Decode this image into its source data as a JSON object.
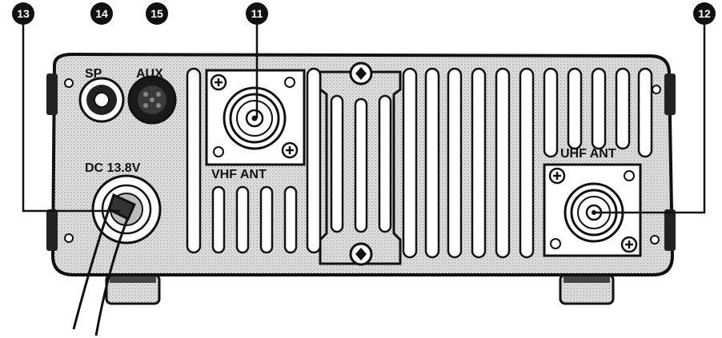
{
  "labels": {
    "sp": "SP",
    "aux": "AUX",
    "dc": "DC 13.8V",
    "vhf_ant": "VHF ANT",
    "uhf_ant": "UHF ANT"
  },
  "callouts": {
    "c11": "11",
    "c12": "12",
    "c13": "13",
    "c14": "14",
    "c15": "15"
  },
  "colors": {
    "ink": "#111111",
    "panel_fill": "#d6d6d6",
    "background": "#ffffff"
  }
}
